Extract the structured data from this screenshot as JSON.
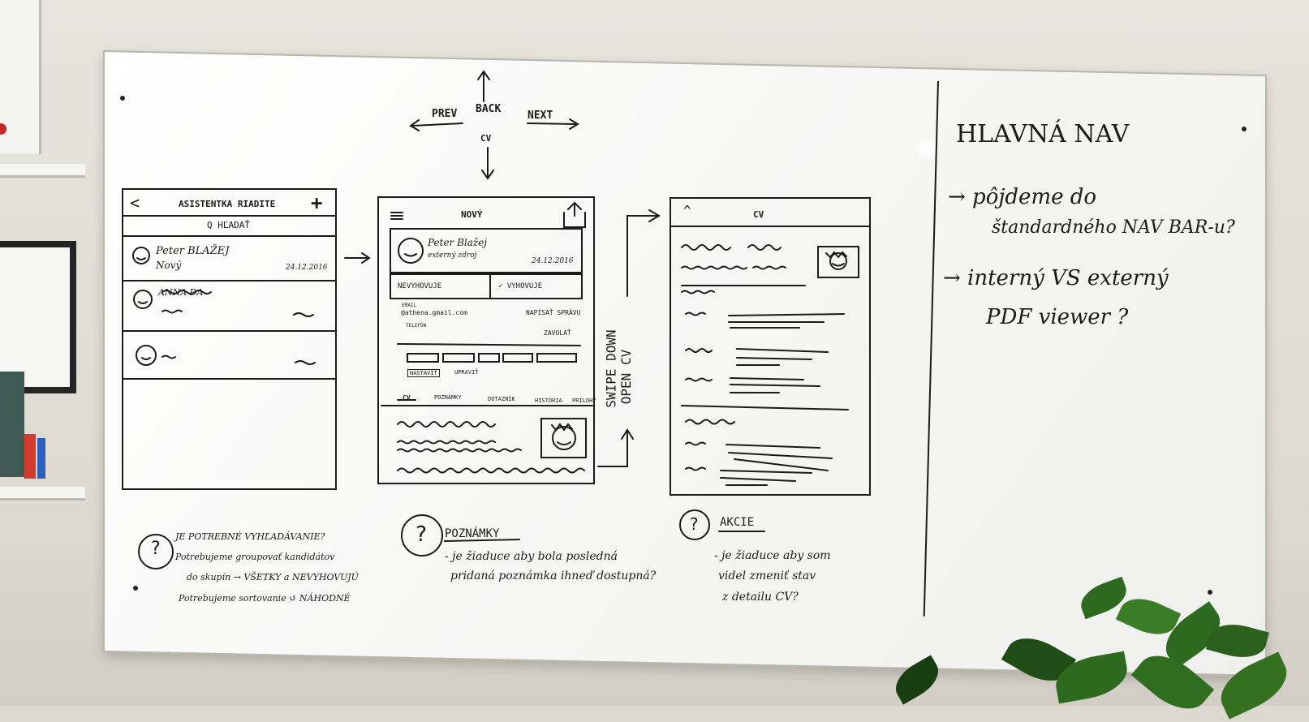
{
  "navigation": {
    "back": "BACK",
    "prev": "PREV",
    "next": "NEXT",
    "cv": "CV"
  },
  "screen_list": {
    "title": "ASISTENTKA RIADITE",
    "back_symbol": "<",
    "add_symbol": "+",
    "search": "Q HĽADAŤ",
    "row1_name": "Peter BLAŽEJ",
    "row1_status": "Nový",
    "row1_date": "24.12.2016",
    "row2_name": "ANNA DA"
  },
  "screen_detail": {
    "title": "NOVÝ",
    "name": "Peter Blažej",
    "subtitle": "externý zdroj",
    "date": "24.12.2016",
    "btn_reject": "NEVYHOVUJE",
    "btn_accept": "✓ VYHOVUJE",
    "email_label": "EMAIL",
    "email": "@athena.gmail.com",
    "send_message": "NAPÍSAŤ SPRÁVU",
    "phone_label": "TELEFÓN",
    "call": "ZAVOLAŤ",
    "tag_btn1": "NASTAVIŤ",
    "tag_btn2": "UPRAVIŤ",
    "tabs": [
      "CV",
      "POZNÁMKY",
      "DOTAZNÍK",
      "HISTÓRIA",
      "PRÍLOHY"
    ]
  },
  "screen_cv": {
    "up_symbol": "^",
    "title": "CV"
  },
  "swipe_note": {
    "line1": "SWIPE DOWN",
    "line2": "OPEN CV"
  },
  "notes": {
    "q1_lines": [
      "JE POTREBNÉ VYHĽADÁVANIE?",
      "Potrebujeme groupovať kandidátov",
      "do skupín → VŠETKY a NEVYHOVUJÚ",
      "Potrebujeme sortovanie ↺ NÁHODNÉ"
    ],
    "q2_title": "POZNÁMKY",
    "q2_lines": [
      "- je žiaduce aby bola posledná",
      "pridaná poznámka ihneď dostupná?"
    ],
    "q3_title": "AKCIE",
    "q3_lines": [
      "- je žiaduce aby som",
      "videl zmeniť stav",
      "z detailu CV?"
    ]
  },
  "right_panel": {
    "title": "HLAVNÁ NAV",
    "items": [
      "→ pôjdeme do",
      "štandardného NAV BAR-u?",
      "→ interný VS externý",
      "PDF viewer ?"
    ]
  }
}
